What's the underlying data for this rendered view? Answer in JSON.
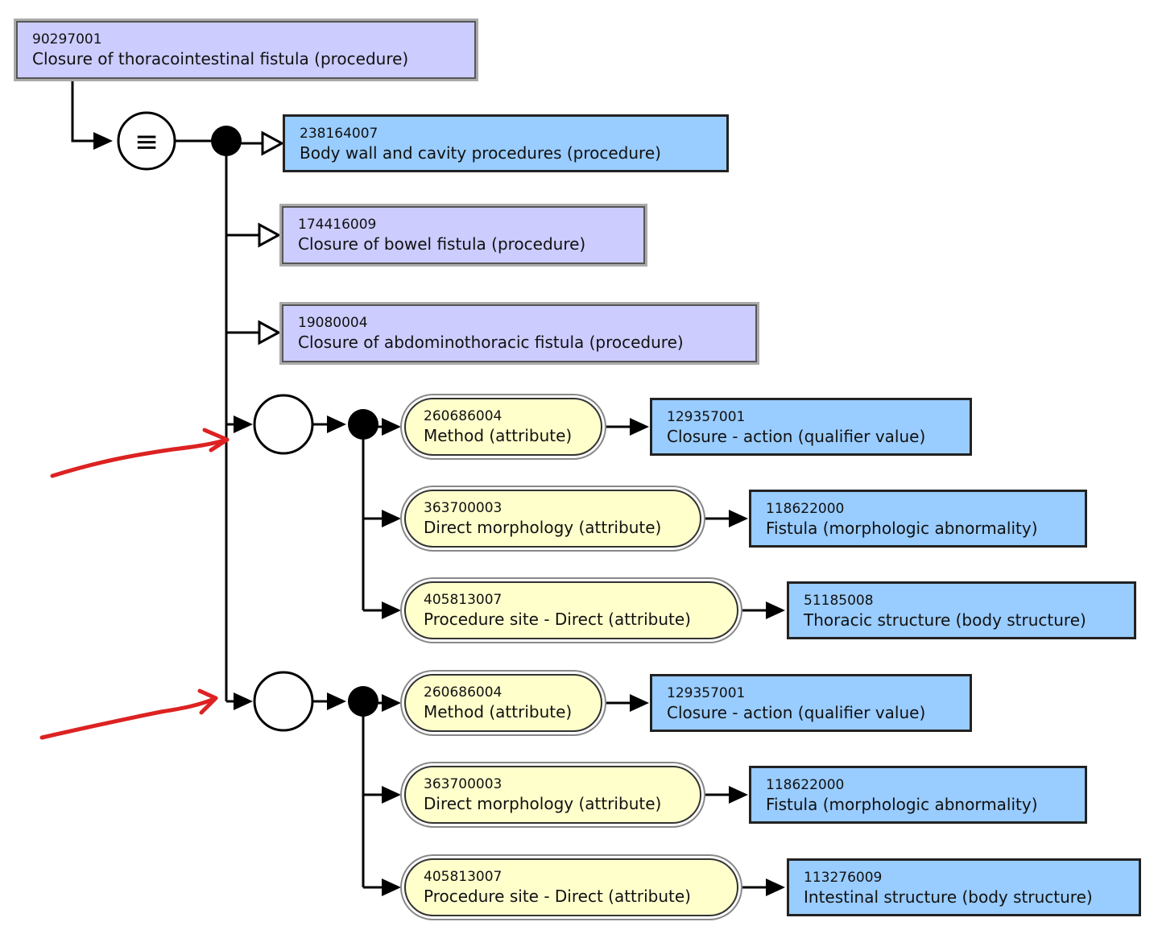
{
  "focus_concept": {
    "id": "90297001",
    "term": "Closure of thoracointestinal fistula (procedure)"
  },
  "equivalence_symbol": "≡",
  "parents": [
    {
      "id": "238164007",
      "term": "Body wall and cavity procedures (procedure)",
      "kind": "primitive"
    },
    {
      "id": "174416009",
      "term": "Closure of bowel fistula (procedure)",
      "kind": "defined"
    },
    {
      "id": "19080004",
      "term": "Closure of abdominothoracic fistula (procedure)",
      "kind": "defined"
    }
  ],
  "role_groups": [
    {
      "attributes": [
        {
          "attr_id": "260686004",
          "attr_term": "Method (attribute)",
          "value_id": "129357001",
          "value_term": "Closure - action (qualifier value)"
        },
        {
          "attr_id": "363700003",
          "attr_term": "Direct morphology (attribute)",
          "value_id": "118622000",
          "value_term": "Fistula (morphologic abnormality)"
        },
        {
          "attr_id": "405813007",
          "attr_term": "Procedure site - Direct (attribute)",
          "value_id": "51185008",
          "value_term": "Thoracic structure (body structure)"
        }
      ]
    },
    {
      "attributes": [
        {
          "attr_id": "260686004",
          "attr_term": "Method (attribute)",
          "value_id": "129357001",
          "value_term": "Closure - action (qualifier value)"
        },
        {
          "attr_id": "363700003",
          "attr_term": "Direct morphology (attribute)",
          "value_id": "118622000",
          "value_term": "Fistula (morphologic abnormality)"
        },
        {
          "attr_id": "405813007",
          "attr_term": "Procedure site - Direct (attribute)",
          "value_id": "113276009",
          "value_term": "Intestinal structure (body structure)"
        }
      ]
    }
  ],
  "colors": {
    "defined_concept_fill": "#ccccff",
    "primitive_concept_fill": "#99ccff",
    "attribute_fill": "#ffffcc",
    "line": "#000000",
    "annotation_arrow": "#dd2222"
  }
}
